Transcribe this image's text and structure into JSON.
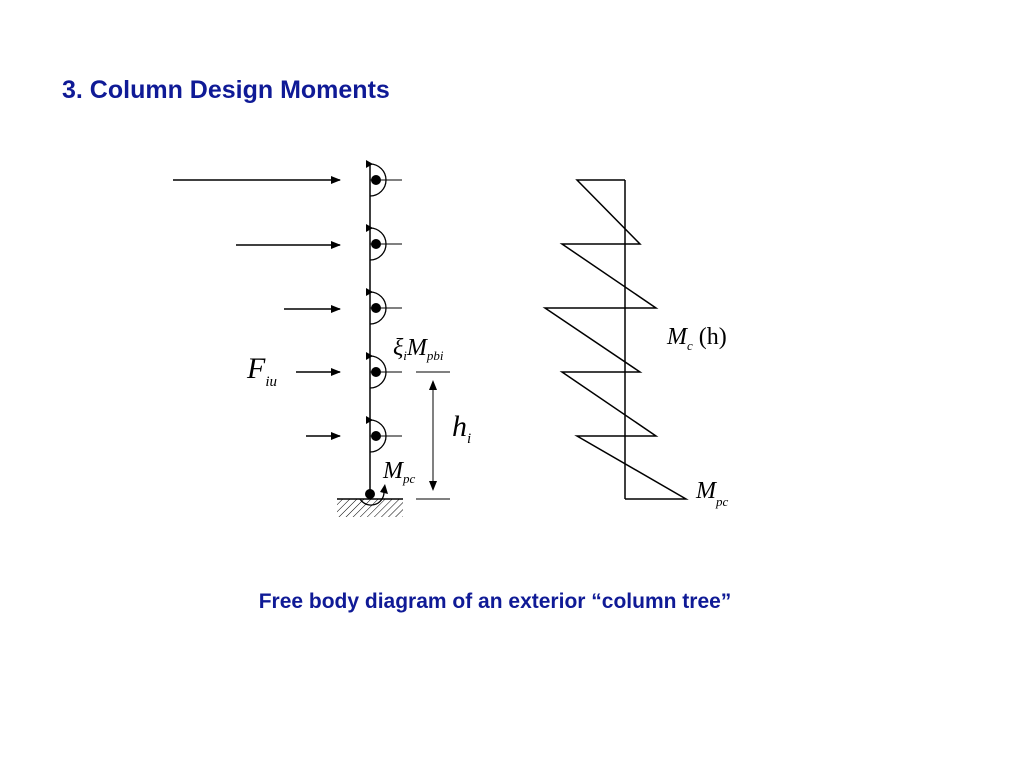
{
  "slide": {
    "title": "3. Column Design Moments",
    "caption": "Free body diagram of an exterior “column tree”"
  },
  "diagram": {
    "labels": {
      "moment_xi": "ξ",
      "moment_xi_sub": "i",
      "moment_M": "M",
      "moment_M_sub": "pbi",
      "force_F": "F",
      "force_F_sub": "iu",
      "height_h": "h",
      "height_h_sub": "i",
      "base_M": "M",
      "base_M_sub": "pc",
      "diagram_M": "M",
      "diagram_M_sub": "c",
      "diagram_M_arg": "(h)",
      "diagram_base_M": "M",
      "diagram_base_M_sub": "pc"
    },
    "floor_count": 5,
    "colors": {
      "title": "#0f1a96",
      "line": "#000000"
    }
  }
}
